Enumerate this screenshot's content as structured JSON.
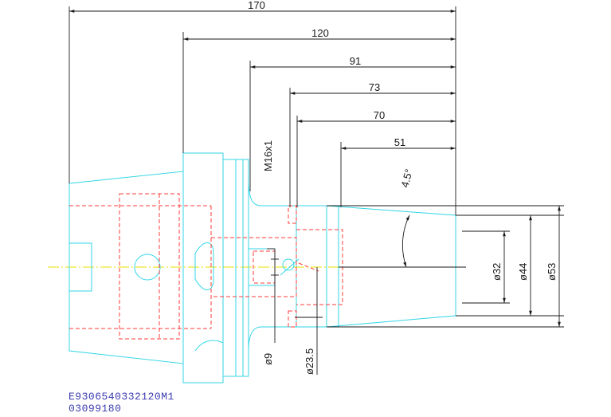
{
  "dimensions": {
    "len_170": "170",
    "len_120": "120",
    "len_91": "91",
    "len_73": "73",
    "len_70": "70",
    "len_51": "51",
    "thread": "M16x1",
    "angle": "4.5°",
    "dia_32": "ø32",
    "dia_44": "ø44",
    "dia_53": "ø53",
    "dia_9": "ø9",
    "dia_23_5": "ø23.5"
  },
  "part_code": "E9306540332120M1",
  "part_number": "03099180",
  "colors": {
    "outline": "#33d6e6",
    "hidden_lines": "#ff3b3b",
    "dimension_lines": "#1a1a1a",
    "centerline": "#e8e000",
    "code_text": "#3a3ab0"
  }
}
